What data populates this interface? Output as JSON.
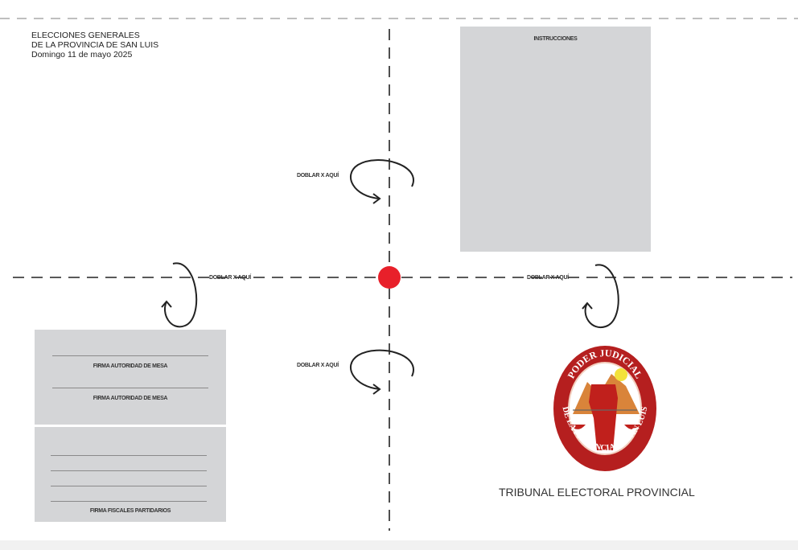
{
  "header": {
    "line1": "ELECCIONES GENERALES",
    "line2": "DE LA PROVINCIA DE SAN LUIS",
    "line3": "Domingo 11 de mayo 2025"
  },
  "instructions": {
    "title": "INSTRUCCIONES"
  },
  "fold_labels": {
    "top": "DOBLAR X AQUÍ",
    "left": "DOBLAR X AQUÍ",
    "right": "DOBLAR X AQUÍ",
    "bottom": "DOBLAR X AQUÍ"
  },
  "signatures": {
    "authority1": "FIRMA AUTORIDAD DE MESA",
    "authority2": "FIRMA AUTORIDAD DE MESA",
    "fiscales": "FIRMA FISCALES PARTIDARIOS"
  },
  "seal": {
    "top_text": "PODER JUDICIAL",
    "bottom_text": "DE LA PROVINCIA DE SAN LUIS"
  },
  "footer": {
    "tribunal": "TRIBUNAL ELECTORAL PROVINCIAL"
  },
  "colors": {
    "center_dot": "#e8202a",
    "seal_red": "#b51f1f",
    "panel_gray": "#d4d5d7"
  }
}
